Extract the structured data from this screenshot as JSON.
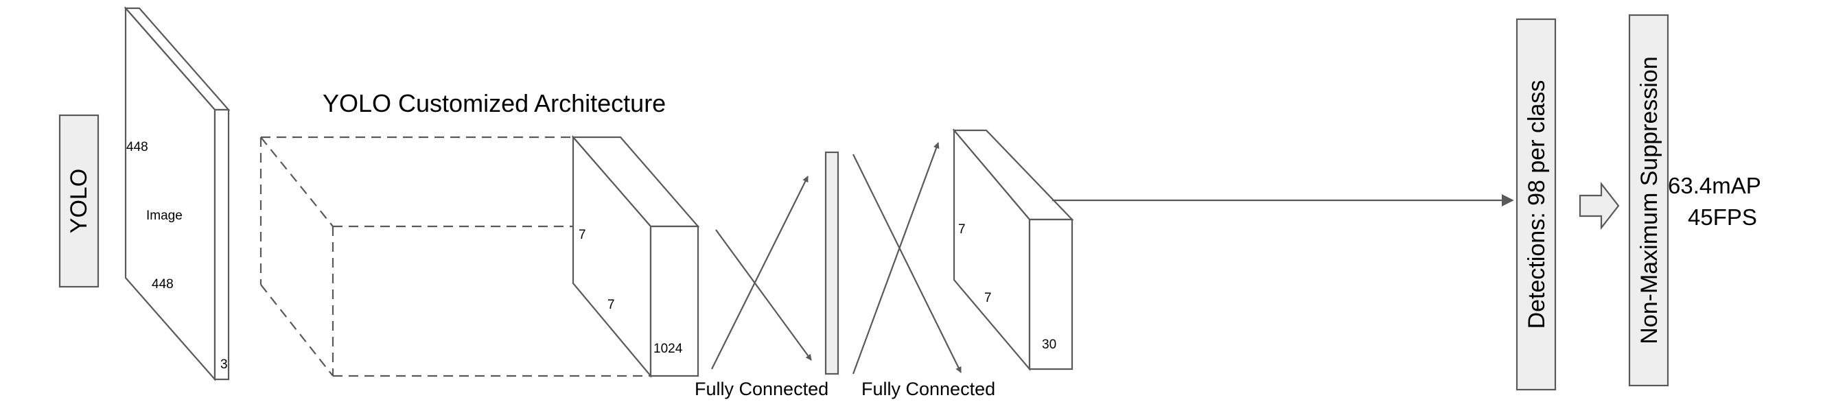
{
  "diagram": {
    "yolo_label": "YOLO",
    "title": "YOLO Customized Architecture",
    "image_label": "Image",
    "input_dims": {
      "height": "448",
      "width": "448",
      "channels": "3"
    },
    "feature_map_dims": {
      "height": "7",
      "width": "7",
      "channels": "1024"
    },
    "output_dims": {
      "height": "7",
      "width": "7",
      "channels": "30"
    },
    "fc_label_1": "Fully Connected",
    "fc_label_2": "Fully Connected",
    "detections_label": "Detections: 98 per class",
    "nms_label": "Non-Maximum Suppression",
    "result_map": "63.4mAP",
    "result_fps": "45FPS",
    "colors": {
      "stroke": "#595959",
      "box_fill": "#eeeeee",
      "text": "#000000"
    }
  }
}
